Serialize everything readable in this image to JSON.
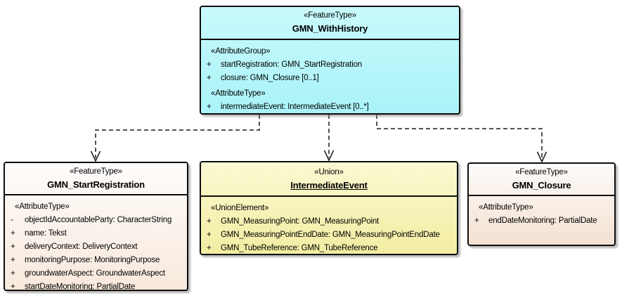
{
  "diagram": {
    "type": "uml-class-diagram",
    "colors": {
      "cyan_fill_top": "#C9FAFC",
      "cyan_fill_bottom": "#A9F3F8",
      "peach_fill_top": "#FEFCFB",
      "peach_fill_bottom": "#F7E9DC",
      "yellow_fill_top": "#FBF9D2",
      "yellow_fill_bottom": "#F2EDA2",
      "border": "#0D0D0D",
      "connector": "#1A1A1A",
      "background": "#FFFFFF"
    },
    "classes": [
      {
        "stereotype": "«FeatureType»",
        "name": "GMN_WithHistory",
        "sections": [
          {
            "label": "«AttributeGroup»",
            "attributes": [
              {
                "vis": "+",
                "text": "startRegistration: GMN_StartRegistration"
              },
              {
                "vis": "+",
                "text": "closure: GMN_Closure [0..1]"
              }
            ]
          },
          {
            "label": "«AttributeType»",
            "attributes": [
              {
                "vis": "+",
                "text": "intermediateEvent: IntermediateEvent [0..*]"
              }
            ]
          }
        ]
      },
      {
        "stereotype": "«FeatureType»",
        "name": "GMN_StartRegistration",
        "sections": [
          {
            "label": "«AttributeType»",
            "attributes": [
              {
                "vis": "-",
                "text": "objectIdAccountableParty: CharacterString"
              },
              {
                "vis": "+",
                "text": "name: Tekst"
              },
              {
                "vis": "+",
                "text": "deliveryContext: DeliveryContext"
              },
              {
                "vis": "+",
                "text": "monitoringPurpose: MonitoringPurpose"
              },
              {
                "vis": "+",
                "text": "groundwaterAspect: GroundwaterAspect"
              },
              {
                "vis": "+",
                "text": "startDateMonitoring: PartialDate"
              }
            ]
          }
        ]
      },
      {
        "stereotype": "«Union»",
        "name": "IntermediateEvent",
        "sections": [
          {
            "label": "«UnionElement»",
            "attributes": [
              {
                "vis": "+",
                "text": "GMN_MeasuringPoint: GMN_MeasuringPoint"
              },
              {
                "vis": "+",
                "text": "GMN_MeasuringPointEndDate: GMN_MeasuringPointEndDate"
              },
              {
                "vis": "+",
                "text": "GMN_TubeReference: GMN_TubeReference"
              }
            ]
          }
        ]
      },
      {
        "stereotype": "«FeatureType»",
        "name": "GMN_Closure",
        "sections": [
          {
            "label": "«AttributeType»",
            "attributes": [
              {
                "vis": "+",
                "text": "endDateMonitoring: PartialDate"
              }
            ]
          }
        ]
      }
    ],
    "connectors": [
      {
        "from": "GMN_WithHistory",
        "to": "GMN_StartRegistration",
        "line": "dashed",
        "arrow": "open"
      },
      {
        "from": "GMN_WithHistory",
        "to": "IntermediateEvent",
        "line": "dashed",
        "arrow": "open"
      },
      {
        "from": "GMN_WithHistory",
        "to": "GMN_Closure",
        "line": "dashed",
        "arrow": "open"
      }
    ]
  }
}
